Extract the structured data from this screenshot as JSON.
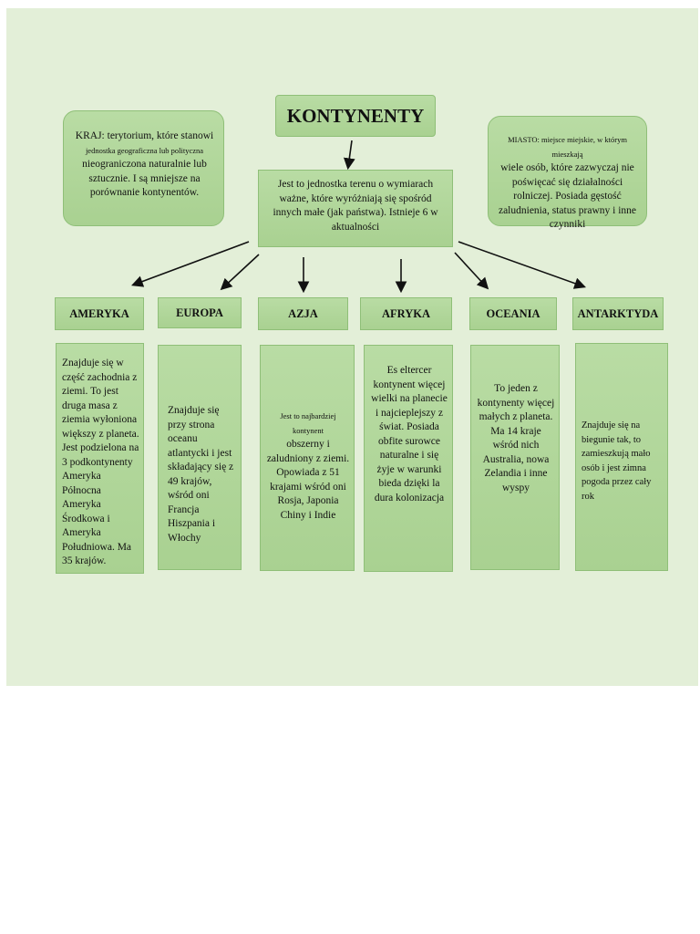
{
  "title": "KONTYNENTY",
  "central": "Jest to jednostka terenu o wymiarach ważne, które wyróżniają się spośród innych małe (jak państwa). Istnieje 6 w aktualności",
  "note_left": {
    "line1": "KRAJ: terytorium, które stanowi",
    "line2_small": "jednostka geograficzna lub polityczna",
    "line3": "nieograniczona naturalnie lub sztucznie. I są mniejsze na porównanie kontynentów."
  },
  "note_right": {
    "line1_small": "MIASTO: miejsce miejskie, w którym mieszkają",
    "line2": "wiele osób, które zazwyczaj nie poświęcać się działalności rolniczej. Posiada gęstość zaludnienia, status prawny i inne czynniki"
  },
  "continents": [
    {
      "name": "AMERYKA",
      "desc": "Znajduje się w część zachodnia z ziemi. To jest druga masa z ziemia wyłoniona większy z planeta. Jest podzielona na 3 podkontynenty Ameryka Północna Ameryka Środkowa i Ameryka Południowa. Ma 35 krajów."
    },
    {
      "name": "EUROPA",
      "desc": "Znajduje się przy strona oceanu atlantycki i jest składający się z 49 krajów, wśród oni Francja Hiszpania i Włochy"
    },
    {
      "name": "AZJA",
      "desc_small": "Jest to najbardziej kontynent",
      "desc": "obszerny i zaludniony z ziemi. Opowiada z 51 krajami wśród oni Rosja, Japonia Chiny i Indie"
    },
    {
      "name": "AFRYKA",
      "desc": "Es eltercer kontynent więcej wielki na planecie i najcieplejszy z świat. Posiada obfite surowce naturalne i się żyje w warunki bieda dzięki la dura kolonizacja"
    },
    {
      "name": "OCEANIA",
      "desc": "To jeden z kontynenty więcej małych z planeta. Ma 14 kraje wśród nich Australia, nowa Zelandia i inne wyspy"
    },
    {
      "name": "ANTARKTYDA",
      "desc": "Znajduje się na biegunie tak, to zamieszkują mało osób i jest zimna pogoda przez cały rok"
    }
  ],
  "colors": {
    "background": "#e3efd8",
    "box_fill": "#a9d191",
    "arrow": "#111111"
  }
}
